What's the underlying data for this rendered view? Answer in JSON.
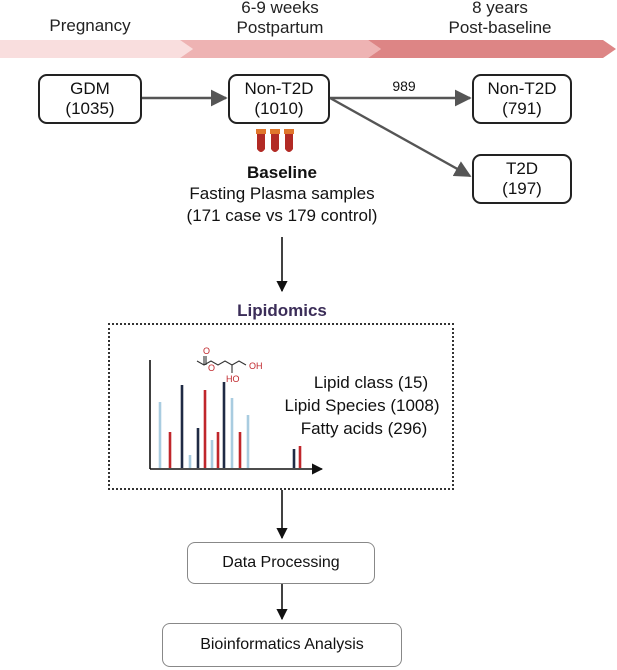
{
  "phases": [
    {
      "lines": [
        "Pregnancy"
      ]
    },
    {
      "lines": [
        "6-9 weeks",
        "Postpartum"
      ]
    },
    {
      "lines": [
        "8 years",
        "Post-baseline"
      ]
    }
  ],
  "colors": {
    "band_light": "#f9dede",
    "band_mid": "#eeb3b3",
    "band_dark": "#dd8585",
    "lipidomics_title": "#3b2d58",
    "bar_navy": "#1f2a44",
    "bar_red": "#c0262b",
    "bar_light_blue": "#a9cce0"
  },
  "boxes": {
    "gdm": {
      "label": "GDM",
      "count": "(1035)"
    },
    "non_t2d_postpartum": {
      "label": "Non-T2D",
      "count": "(1010)"
    },
    "non_t2d_followup": {
      "label": "Non-T2D",
      "count": "(791)"
    },
    "t2d": {
      "label": "T2D",
      "count": "(197)"
    }
  },
  "edge_label": "989",
  "baseline": {
    "title": "Baseline",
    "line1": "Fasting Plasma samples",
    "line2": "(171 case vs 179 control)"
  },
  "lipidomics": {
    "title": "Lipidomics",
    "items": [
      "Lipid class (15)",
      "Lipid Species (1008)",
      "Fatty acids (296)"
    ],
    "molecule_labels": [
      "O",
      "O",
      "HO",
      "OH"
    ]
  },
  "steps": [
    "Data Processing",
    "Bioinformatics Analysis"
  ]
}
